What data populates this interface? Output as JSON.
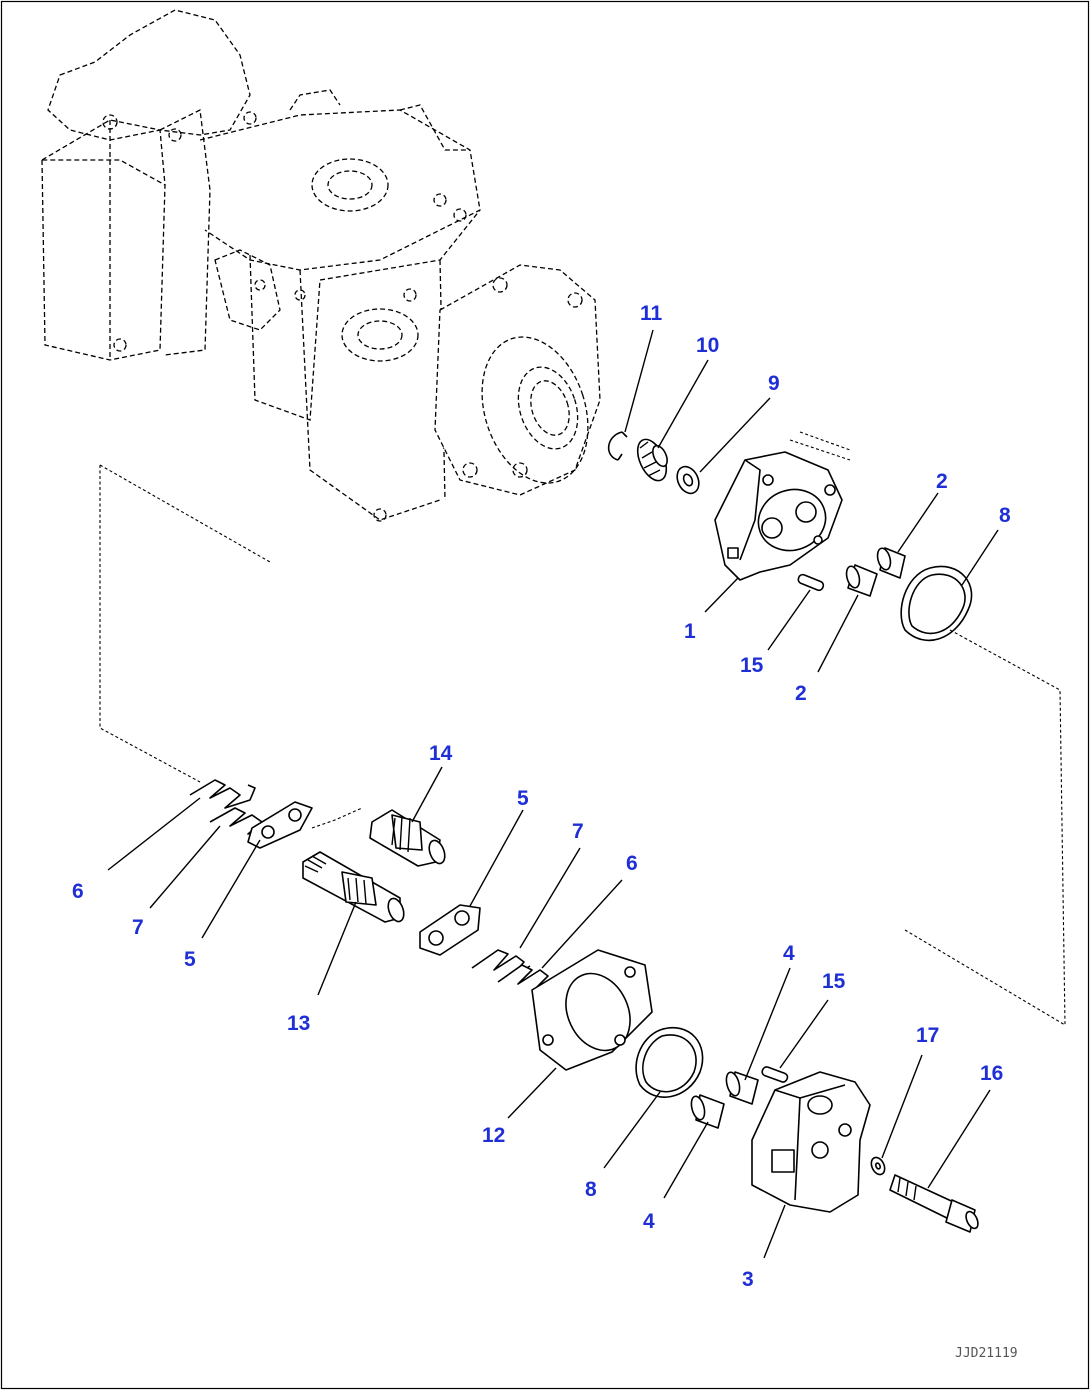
{
  "diagram_code": "JJD21119",
  "callouts": [
    {
      "id": "c11",
      "label": "11"
    },
    {
      "id": "c10",
      "label": "10"
    },
    {
      "id": "c9",
      "label": "9"
    },
    {
      "id": "c2a",
      "label": "2"
    },
    {
      "id": "c8a",
      "label": "8"
    },
    {
      "id": "c1",
      "label": "1"
    },
    {
      "id": "c15a",
      "label": "15"
    },
    {
      "id": "c2b",
      "label": "2"
    },
    {
      "id": "c14",
      "label": "14"
    },
    {
      "id": "c5a",
      "label": "5"
    },
    {
      "id": "c7a",
      "label": "7"
    },
    {
      "id": "c6a",
      "label": "6"
    },
    {
      "id": "c6b",
      "label": "6"
    },
    {
      "id": "c7b",
      "label": "7"
    },
    {
      "id": "c5b",
      "label": "5"
    },
    {
      "id": "c13",
      "label": "13"
    },
    {
      "id": "c4a",
      "label": "4"
    },
    {
      "id": "c15b",
      "label": "15"
    },
    {
      "id": "c17",
      "label": "17"
    },
    {
      "id": "c16",
      "label": "16"
    },
    {
      "id": "c12",
      "label": "12"
    },
    {
      "id": "c8b",
      "label": "8"
    },
    {
      "id": "c4b",
      "label": "4"
    },
    {
      "id": "c3",
      "label": "3"
    }
  ]
}
